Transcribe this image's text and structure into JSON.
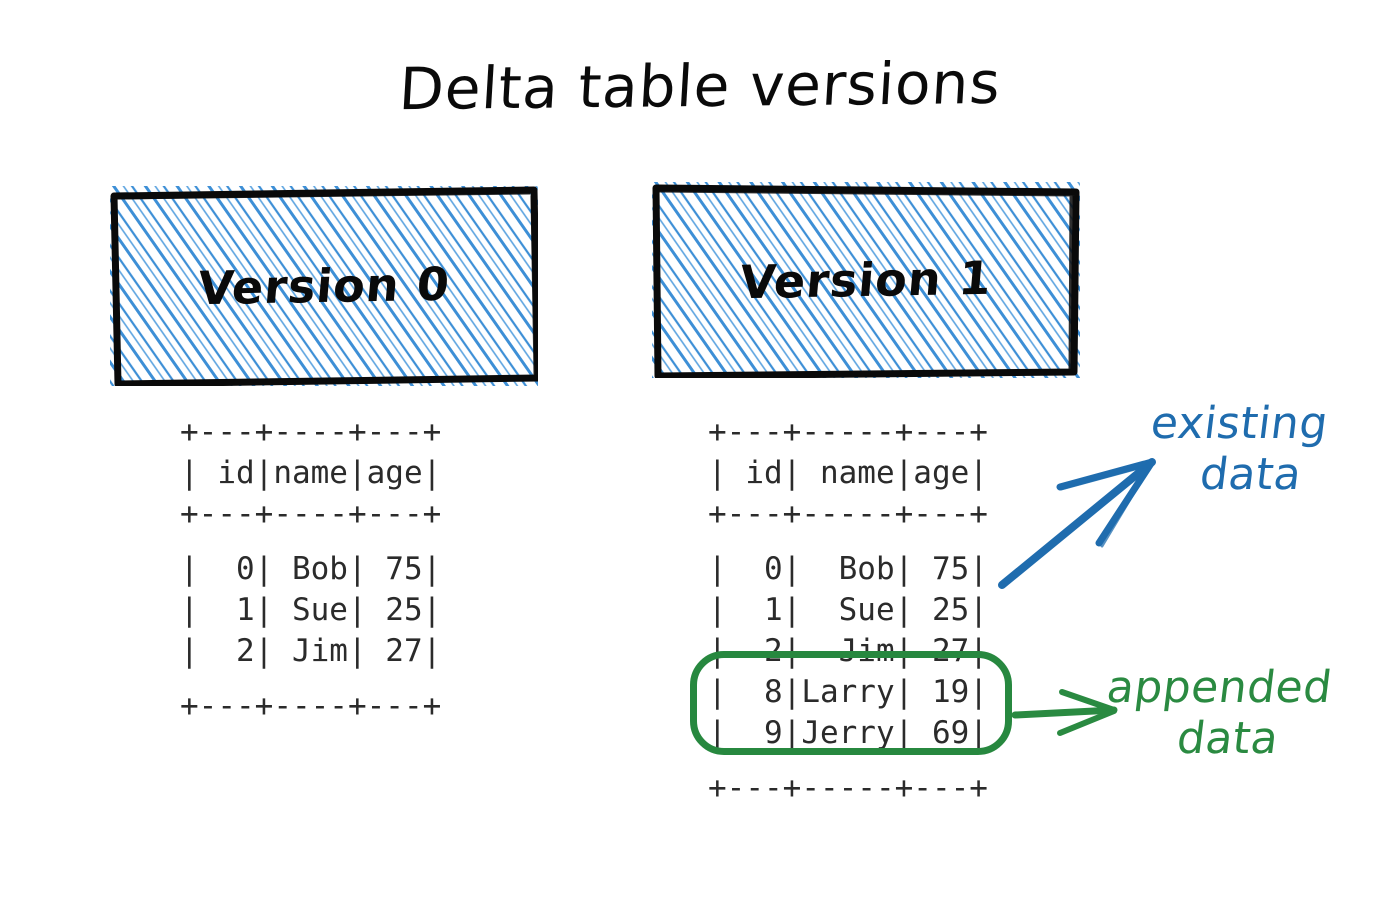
{
  "title": "Delta table versions",
  "colors": {
    "hatch_blue": "#3d8fd6",
    "annotation_blue": "#1f6cae",
    "annotation_green": "#2a8a41",
    "highlight_green": "#27883f",
    "ink_black": "#0a0a0a",
    "table_text": "#2b2b2b",
    "background": "#ffffff"
  },
  "versions": [
    {
      "label": "Version 0",
      "table": {
        "columns": [
          "id",
          "name",
          "age"
        ],
        "header_line": "| id|name|age|",
        "rule_line": "+---+----+---+",
        "rows": [
          {
            "id": "0",
            "name": "Bob",
            "age": "75",
            "line": "|  0| Bob| 75|"
          },
          {
            "id": "1",
            "name": "Sue",
            "age": "25",
            "line": "|  1| Sue| 25|"
          },
          {
            "id": "2",
            "name": "Jim",
            "age": "27",
            "line": "|  2| Jim| 27|"
          }
        ]
      }
    },
    {
      "label": "Version 1",
      "table": {
        "columns": [
          "id",
          "name",
          "age"
        ],
        "header_line": "| id| name|age|",
        "rule_line": "+---+-----+---+",
        "rows": [
          {
            "id": "0",
            "name": "Bob",
            "age": "75",
            "line": "|  0|  Bob| 75|",
            "group": "existing"
          },
          {
            "id": "1",
            "name": "Sue",
            "age": "25",
            "line": "|  1|  Sue| 25|",
            "group": "existing"
          },
          {
            "id": "2",
            "name": "Jim",
            "age": "27",
            "line": "|  2|  Jim| 27|",
            "group": "existing"
          },
          {
            "id": "8",
            "name": "Larry",
            "age": "19",
            "line": "|  8|Larry| 19|",
            "group": "appended"
          },
          {
            "id": "9",
            "name": "Jerry",
            "age": "69",
            "line": "|  9|Jerry| 69|",
            "group": "appended"
          }
        ]
      }
    }
  ],
  "annotations": {
    "existing": {
      "line1": "existing",
      "line2": "data"
    },
    "appended": {
      "line1": "appended",
      "line2": "data"
    }
  }
}
